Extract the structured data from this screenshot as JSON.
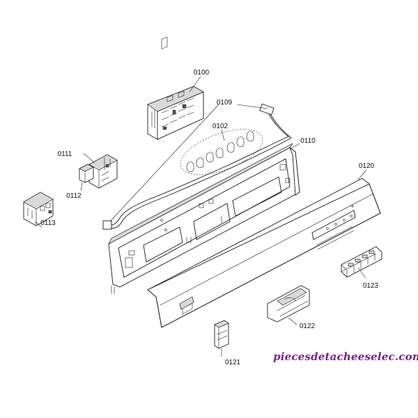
{
  "parts": [
    {
      "id": "p0100",
      "label": "0100"
    },
    {
      "id": "p0109",
      "label": "0109"
    },
    {
      "id": "p0102",
      "label": "0102"
    },
    {
      "id": "p0110",
      "label": "0110"
    },
    {
      "id": "p0111",
      "label": "0111"
    },
    {
      "id": "p0112",
      "label": "0112"
    },
    {
      "id": "p0113",
      "label": "0113"
    },
    {
      "id": "p0120",
      "label": "0120"
    },
    {
      "id": "p0121",
      "label": "0121"
    },
    {
      "id": "p0122",
      "label": "0122"
    },
    {
      "id": "p0123",
      "label": "0123"
    }
  ],
  "watermark": {
    "text": "piecesdetacheeselec.com",
    "color": "#7a1f8c"
  }
}
